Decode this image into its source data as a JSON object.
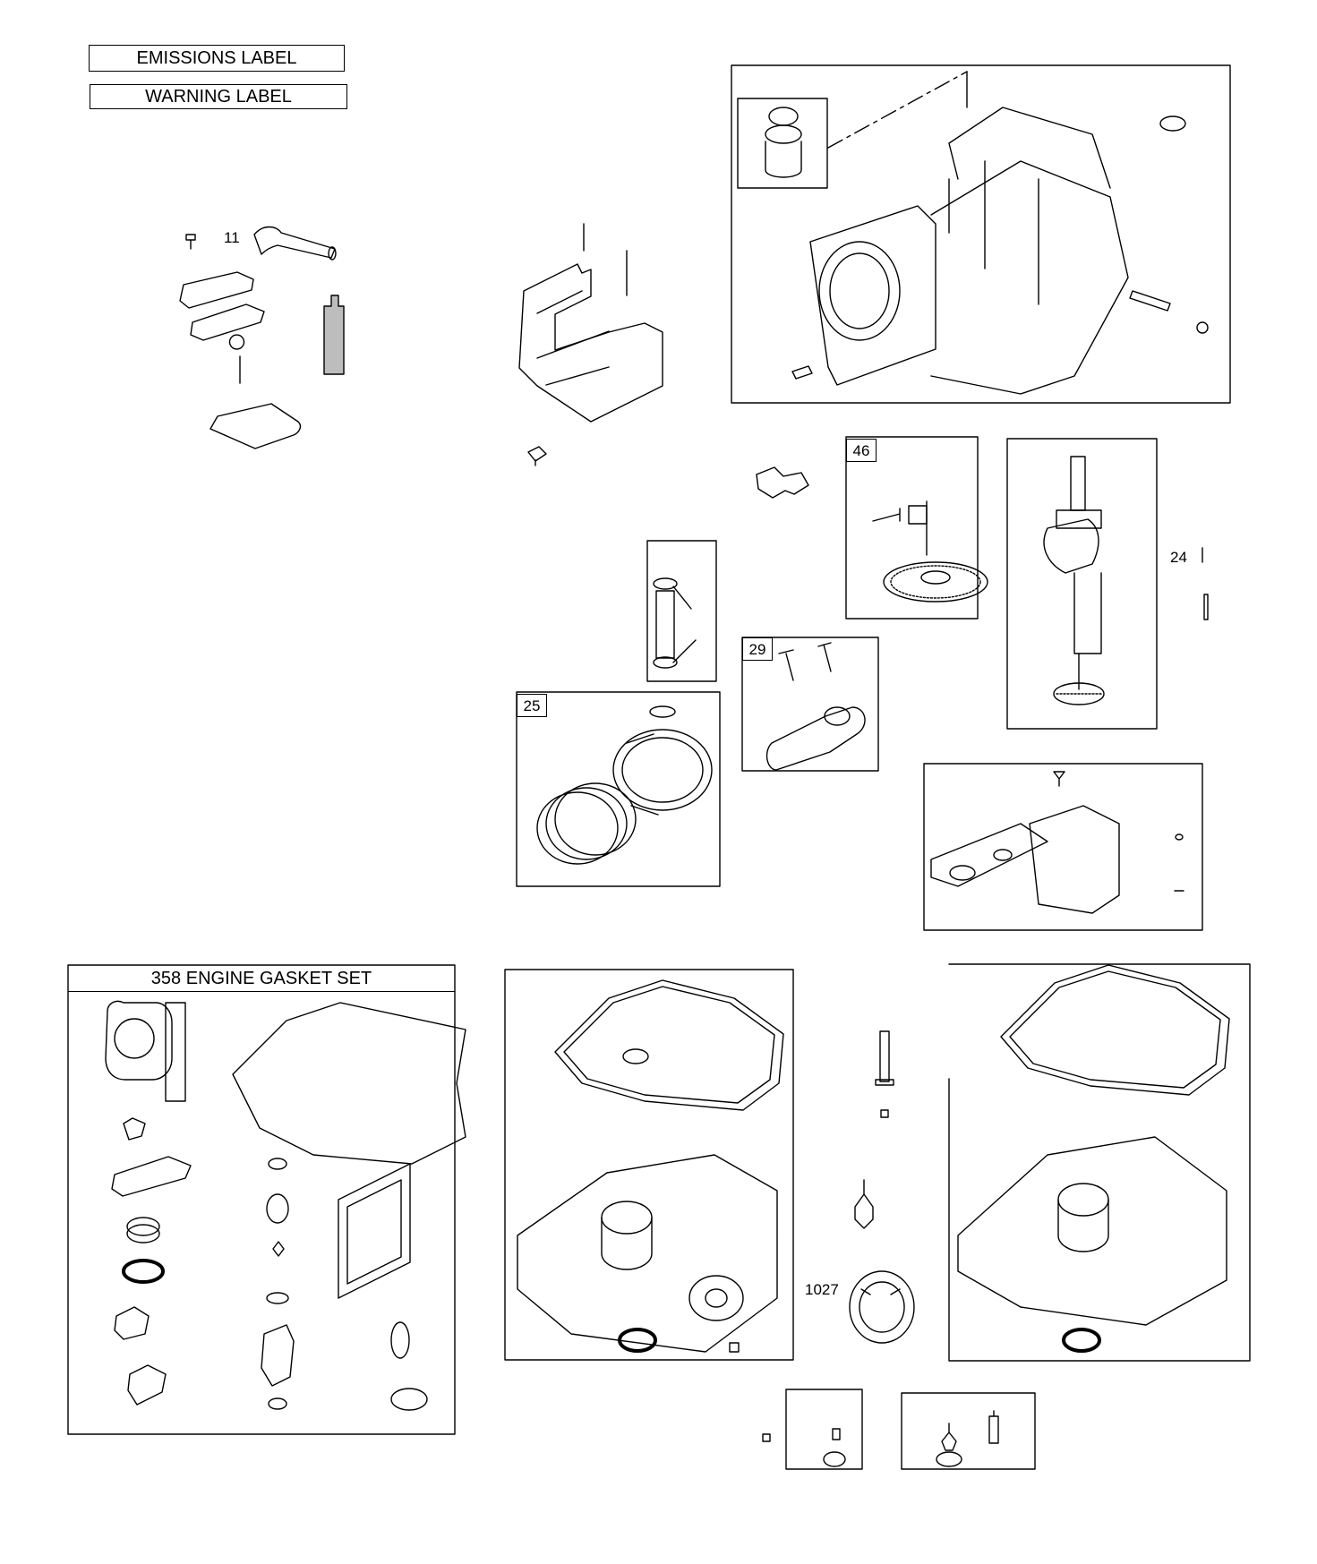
{
  "labels": {
    "emissions_label": "EMISSIONS LABEL",
    "warning_label": "WARNING LABEL",
    "gasket_set": "358 ENGINE GASKET SET"
  },
  "callouts": {
    "c11": "11",
    "c46": "46",
    "c24": "24",
    "c29": "29",
    "c25": "25",
    "c1027": "1027"
  }
}
